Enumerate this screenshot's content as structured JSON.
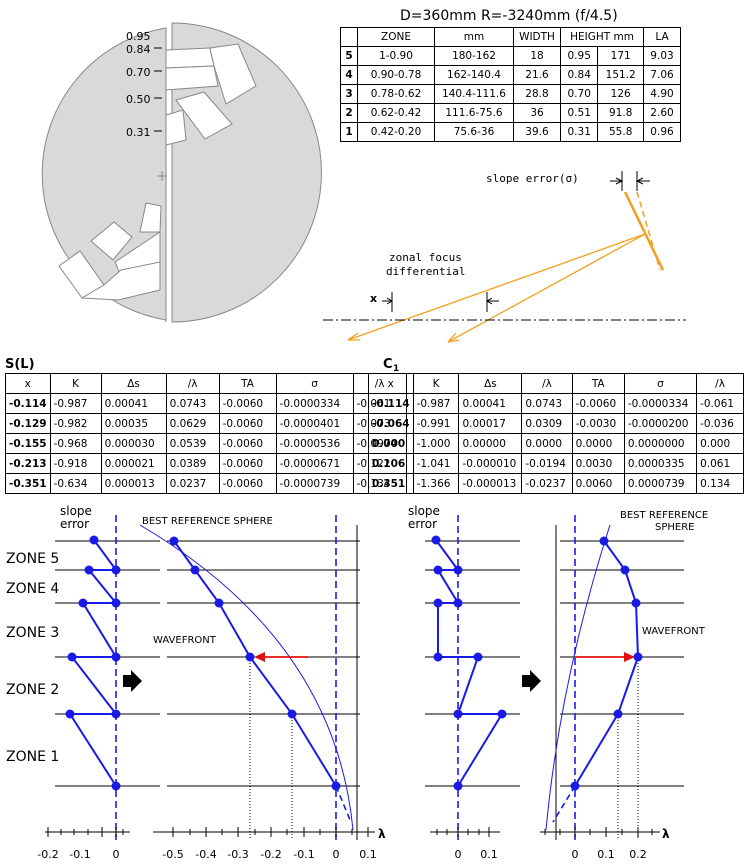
{
  "title": "D=360mm R=-3240mm (f/4.5)",
  "mask": {
    "zone_labels": [
      "0.95",
      "0.84",
      "0.70",
      "0.50",
      "0.31"
    ]
  },
  "zone_table": {
    "headers": [
      "",
      "ZONE",
      "mm",
      "WIDTH",
      "HEIGHT mm",
      "LA"
    ],
    "rows": [
      [
        "5",
        "1-0.90",
        "180-162",
        "18",
        "0.95",
        "171",
        "9.03"
      ],
      [
        "4",
        "0.90-0.78",
        "162-140.4",
        "21.6",
        "0.84",
        "151.2",
        "7.06"
      ],
      [
        "3",
        "0.78-0.62",
        "140.4-111.6",
        "28.8",
        "0.70",
        "126",
        "4.90"
      ],
      [
        "2",
        "0.62-0.42",
        "111.6-75.6",
        "36",
        "0.51",
        "91.8",
        "2.60"
      ],
      [
        "1",
        "0.42-0.20",
        "75.6-36",
        "39.6",
        "0.31",
        "55.8",
        "0.96"
      ]
    ]
  },
  "ray_diagram": {
    "slope_label": "slope error(σ)",
    "focus_line1": "zonal focus",
    "focus_line2": "differential",
    "x_label": "x"
  },
  "left_block": {
    "label": "S(L)",
    "headers": [
      "x",
      "K",
      "Δs",
      "/λ",
      "TA",
      "σ",
      "/λ"
    ],
    "rows": [
      [
        "-0.114",
        "-0.987",
        "0.00041",
        "0.0743",
        "-0.0060",
        "-0.0000334",
        "-0.061"
      ],
      [
        "-0.129",
        "-0.982",
        "0.00035",
        "0.0629",
        "-0.0060",
        "-0.0000401",
        "-0.073"
      ],
      [
        "-0.155",
        "-0.968",
        "0.000030",
        "0.0539",
        "-0.0060",
        "-0.0000536",
        "-0.0974"
      ],
      [
        "-0.213",
        "-0.918",
        "0.000021",
        "0.0389",
        "-0.0060",
        "-0.0000671",
        "-0.122"
      ],
      [
        "-0.351",
        "-0.634",
        "0.000013",
        "0.0237",
        "-0.0060",
        "-0.0000739",
        "-0.134"
      ]
    ]
  },
  "right_block": {
    "label": "C",
    "label_sub": "1",
    "headers": [
      "x",
      "K",
      "Δs",
      "/λ",
      "TA",
      "σ",
      "/λ"
    ],
    "rows": [
      [
        "-0.114",
        "-0.987",
        "0.00041",
        "0.0743",
        "-0.0060",
        "-0.0000334",
        "-0.061"
      ],
      [
        "-0.064",
        "-0.991",
        "0.00017",
        "0.0309",
        "-0.0030",
        "-0.0000200",
        "-0.036"
      ],
      [
        "0.000",
        "-1.000",
        "0.00000",
        "0.0000",
        "0.0000",
        "0.0000000",
        "0.000"
      ],
      [
        "0.106",
        "-1.041",
        "-0.000010",
        "-0.0194",
        "0.0030",
        "0.0000335",
        "0.061"
      ],
      [
        "0.351",
        "-1.366",
        "-0.000013",
        "-0.0237",
        "0.0060",
        "0.0000739",
        "0.134"
      ]
    ]
  },
  "bottom_labels": {
    "zones": [
      "ZONE 5",
      "ZONE 4",
      "ZONE 3",
      "ZONE 2",
      "ZONE 1"
    ],
    "slope_left_1": "slope",
    "slope_left_2": "error",
    "slope_right_1": "slope",
    "slope_right_2": "error",
    "ref_left": "BEST REFERENCE SPHERE",
    "ref_right_1": "BEST REFERENCE",
    "ref_right_2": "SPHERE",
    "wave_left": "WAVEFRONT",
    "wave_right": "WAVEFRONT",
    "lambda": "λ",
    "axis1_ticks": [
      "-0.2",
      "-0.1",
      "0"
    ],
    "axis2_ticks": [
      "-0.5",
      "-0.4",
      "-0.3",
      "-0.2",
      "-0.1",
      "0",
      "0.1"
    ],
    "axis3_ticks": [
      "0",
      "0.1"
    ],
    "axis4_ticks": [
      "0",
      "0.1",
      "0.2"
    ]
  },
  "colors": {
    "mask_fill": "#d9d9d9",
    "orange": "#f0a020",
    "blue": "#1a1ae6",
    "red": "#e01010"
  }
}
